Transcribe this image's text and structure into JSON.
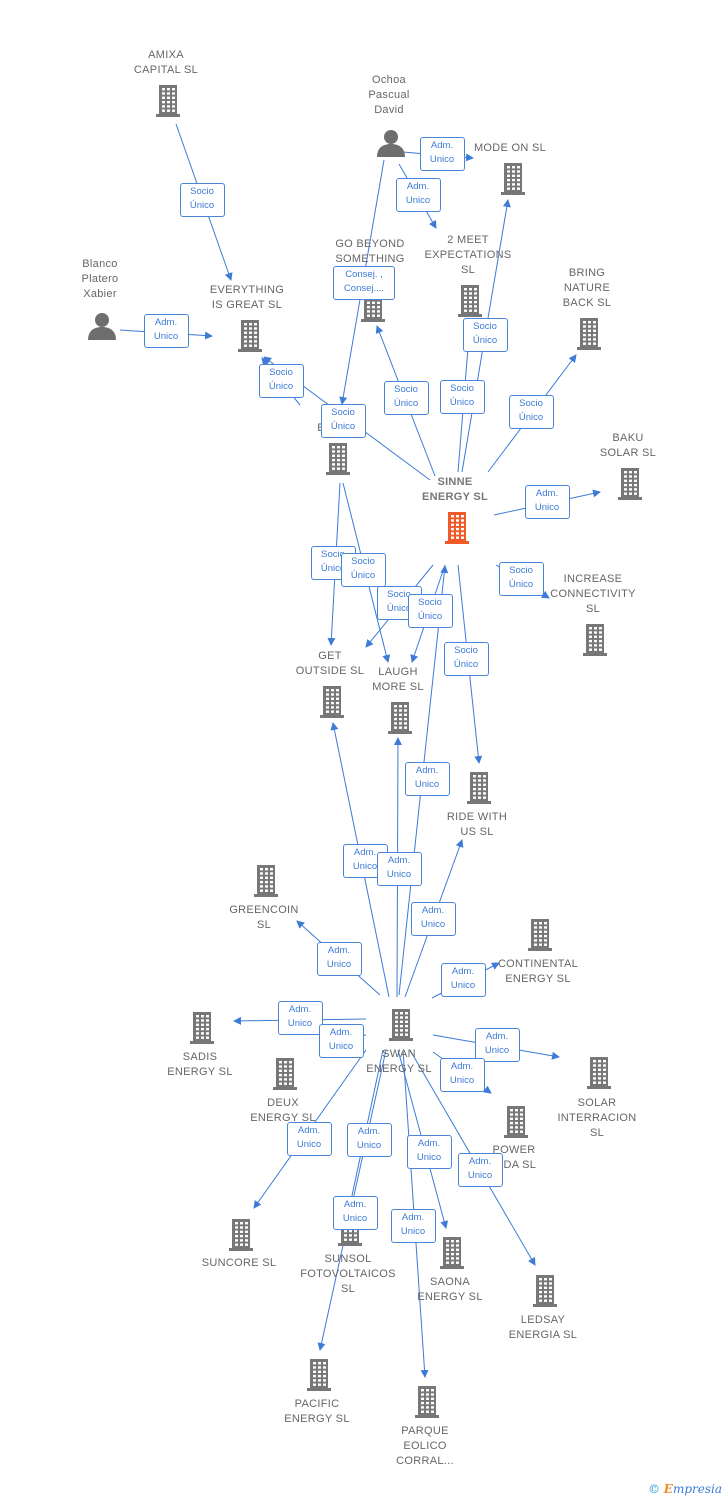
{
  "colors": {
    "edge": "#3d7bd6",
    "node": "#777777",
    "highlight": "#f05a28",
    "person": "#6e6e6e"
  },
  "nodes": [
    {
      "id": "amixa",
      "label": "AMIXA\nCAPITAL SL",
      "icon": "building-icon"
    },
    {
      "id": "ochoa",
      "label": "Ochoa\nPascual\nDavid",
      "icon": "person-icon"
    },
    {
      "id": "modeon",
      "label": "MODE ON  SL",
      "icon": "building-icon"
    },
    {
      "id": "twomeet",
      "label": "2 MEET\nEXPECTATIONS\nSL",
      "icon": "building-icon"
    },
    {
      "id": "gobeyond",
      "label": "GO BEYOND\nSOMETHING",
      "icon": "building-icon"
    },
    {
      "id": "bringnature",
      "label": "BRING\nNATURE\nBACK  SL",
      "icon": "building-icon"
    },
    {
      "id": "blanco",
      "label": "Blanco\nPlatero\nXabier",
      "icon": "person-icon"
    },
    {
      "id": "everything",
      "label": "EVERYTHING\nIS GREAT  SL",
      "icon": "building-icon"
    },
    {
      "id": "ene",
      "label": "E\nENE",
      "icon": "building-icon"
    },
    {
      "id": "baku",
      "label": "BAKU\nSOLAR SL",
      "icon": "building-icon"
    },
    {
      "id": "sinne",
      "label": "SINNE\nENERGY  SL",
      "icon": "building-icon"
    },
    {
      "id": "increase",
      "label": "INCREASE\nCONNECTIVITY\nSL",
      "icon": "building-icon"
    },
    {
      "id": "getoutside",
      "label": "GET\nOUTSIDE  SL",
      "icon": "building-icon"
    },
    {
      "id": "laughmore",
      "label": "LAUGH\nMORE  SL",
      "icon": "building-icon"
    },
    {
      "id": "ridewithus",
      "label": "RIDE WITH\nUS  SL",
      "icon": "building-icon"
    },
    {
      "id": "greencoin",
      "label": "GREENCOIN\nSL",
      "icon": "building-icon"
    },
    {
      "id": "continental",
      "label": "CONTINENTAL\nENERGY  SL",
      "icon": "building-icon"
    },
    {
      "id": "sadis",
      "label": "SADIS\nENERGY  SL",
      "icon": "building-icon"
    },
    {
      "id": "swan",
      "label": "SWAN\nENERGY  SL",
      "icon": "building-icon"
    },
    {
      "id": "deux",
      "label": "DEUX\nENERGY  SL",
      "icon": "building-icon"
    },
    {
      "id": "solar",
      "label": "SOLAR\nINTERRACION\nSL",
      "icon": "building-icon"
    },
    {
      "id": "power",
      "label": "POWER\nRIDA  SL",
      "icon": "building-icon"
    },
    {
      "id": "suncore",
      "label": "SUNCORE  SL",
      "icon": "building-icon"
    },
    {
      "id": "sunsol",
      "label": "SUNSOL\nFOTOVOLTAICOS\nSL",
      "icon": "building-icon"
    },
    {
      "id": "saona",
      "label": "SAONA\nENERGY  SL",
      "icon": "building-icon"
    },
    {
      "id": "ledsay",
      "label": "LEDSAY\nENERGIA  SL",
      "icon": "building-icon"
    },
    {
      "id": "pacific",
      "label": "PACIFIC\nENERGY  SL",
      "icon": "building-icon"
    },
    {
      "id": "parque",
      "label": "PARQUE\nEOLICO\nCORRAL...",
      "icon": "building-icon"
    }
  ],
  "edges": [
    {
      "from": "amixa",
      "to": "everything",
      "label": "Socio\nÚnico"
    },
    {
      "from": "blanco",
      "to": "everything",
      "label": "Adm.\nUnico"
    },
    {
      "from": "ochoa",
      "to": "modeon",
      "label": "Adm.\nUnico"
    },
    {
      "from": "ochoa",
      "to": "twomeet",
      "label": "Adm.\nUnico"
    },
    {
      "from": "ochoa",
      "to": "ene",
      "label": "Consej. ,\nConsej...."
    },
    {
      "from": "ene",
      "to": "everything",
      "label": "Socio\nÚnico"
    },
    {
      "from": "sinne",
      "to": "everything",
      "label": "Socio\nÚnico"
    },
    {
      "from": "sinne",
      "to": "gobeyond",
      "label": "Socio\nÚnico"
    },
    {
      "from": "sinne",
      "to": "twomeet",
      "label": "Socio\nÚnico"
    },
    {
      "from": "sinne",
      "to": "modeon",
      "label": "Socio\nÚnico"
    },
    {
      "from": "sinne",
      "to": "bringnature",
      "label": "Socio\nÚnico"
    },
    {
      "from": "sinne",
      "to": "baku",
      "label": "Adm.\nUnico"
    },
    {
      "from": "sinne",
      "to": "increase",
      "label": "Socio\nÚnico"
    },
    {
      "from": "ene",
      "to": "getoutside",
      "label": "Socio\nÚnico"
    },
    {
      "from": "ene",
      "to": "laughmore",
      "label": "Socio\nÚnico"
    },
    {
      "from": "sinne",
      "to": "getoutside",
      "label": "Socio\nÚnico"
    },
    {
      "from": "sinne",
      "to": "laughmore",
      "label": "Socio\nÚnico"
    },
    {
      "from": "sinne",
      "to": "ridewithus",
      "label": "Socio\nÚnico"
    },
    {
      "from": "swan",
      "to": "sinne",
      "label": "Adm.\nUnico"
    },
    {
      "from": "swan",
      "to": "getoutside",
      "label": "Adm.\nUnico"
    },
    {
      "from": "swan",
      "to": "laughmore",
      "label": "Adm.\nUnico"
    },
    {
      "from": "swan",
      "to": "ridewithus",
      "label": "Adm.\nUnico"
    },
    {
      "from": "swan",
      "to": "greencoin",
      "label": "Adm.\nUnico"
    },
    {
      "from": "swan",
      "to": "continental",
      "label": "Adm.\nUnico"
    },
    {
      "from": "swan",
      "to": "sadis",
      "label": "Adm.\nUnico"
    },
    {
      "from": "swan",
      "to": "deux",
      "label": "Adm.\nUnico"
    },
    {
      "from": "swan",
      "to": "solar",
      "label": "Adm.\nUnico"
    },
    {
      "from": "swan",
      "to": "power",
      "label": "Adm.\nUnico"
    },
    {
      "from": "swan",
      "to": "suncore",
      "label": "Adm.\nUnico"
    },
    {
      "from": "swan",
      "to": "sunsol",
      "label": "Adm.\nUnico"
    },
    {
      "from": "swan",
      "to": "saona",
      "label": "Adm.\nUnico"
    },
    {
      "from": "swan",
      "to": "ledsay",
      "label": "Adm.\nUnico"
    },
    {
      "from": "swan",
      "to": "pacific",
      "label": "Adm.\nUnico"
    },
    {
      "from": "swan",
      "to": "parque",
      "label": "Adm.\nUnico"
    }
  ],
  "copyright": {
    "symbol": "©",
    "brand_initial": "E",
    "brand_rest": "mpresia"
  }
}
